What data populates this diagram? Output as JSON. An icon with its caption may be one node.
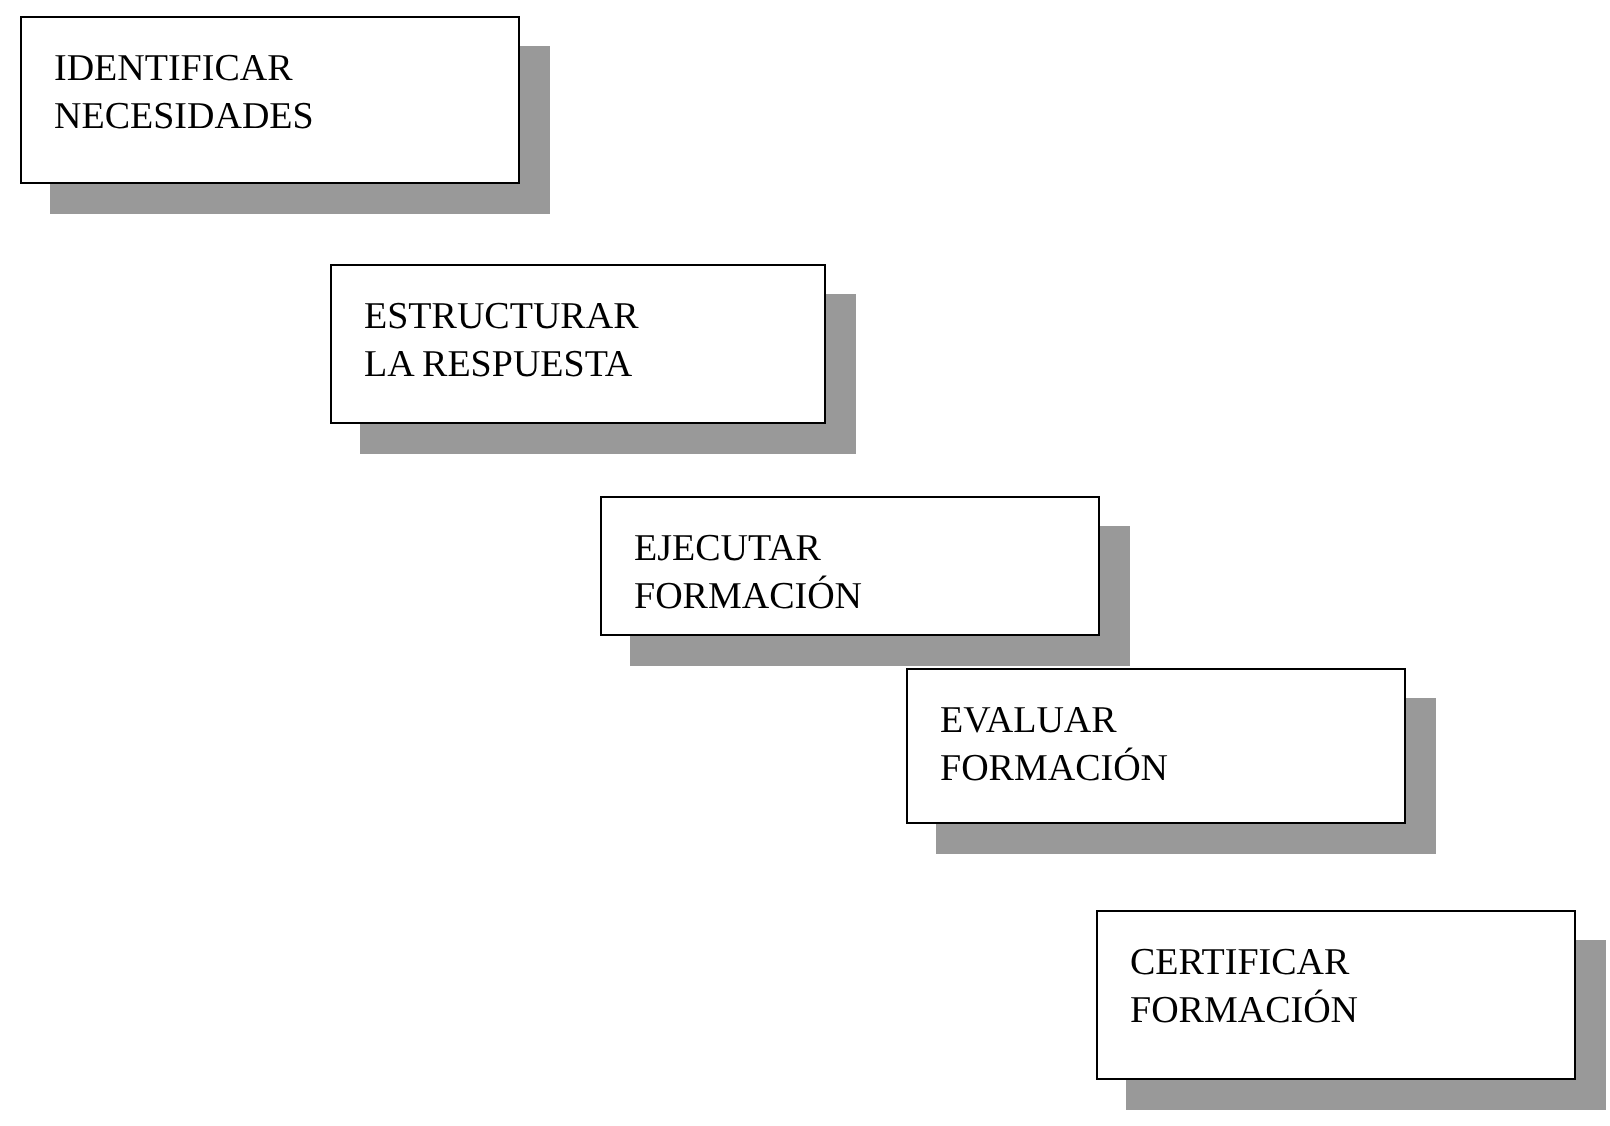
{
  "diagram": {
    "nodes": [
      {
        "text": [
          "IDENTIFICAR NECESIDADES"
        ]
      },
      {
        "text": [
          "ESTRUCTURAR LA RESPUESTA"
        ]
      },
      {
        "text": [
          "EJECUTAR FORMACIÓN"
        ]
      },
      {
        "text": [
          "EVALUAR FORMACIÓN"
        ]
      },
      {
        "text": [
          "CERTIFICAR FORMACIÓN"
        ]
      }
    ]
  }
}
